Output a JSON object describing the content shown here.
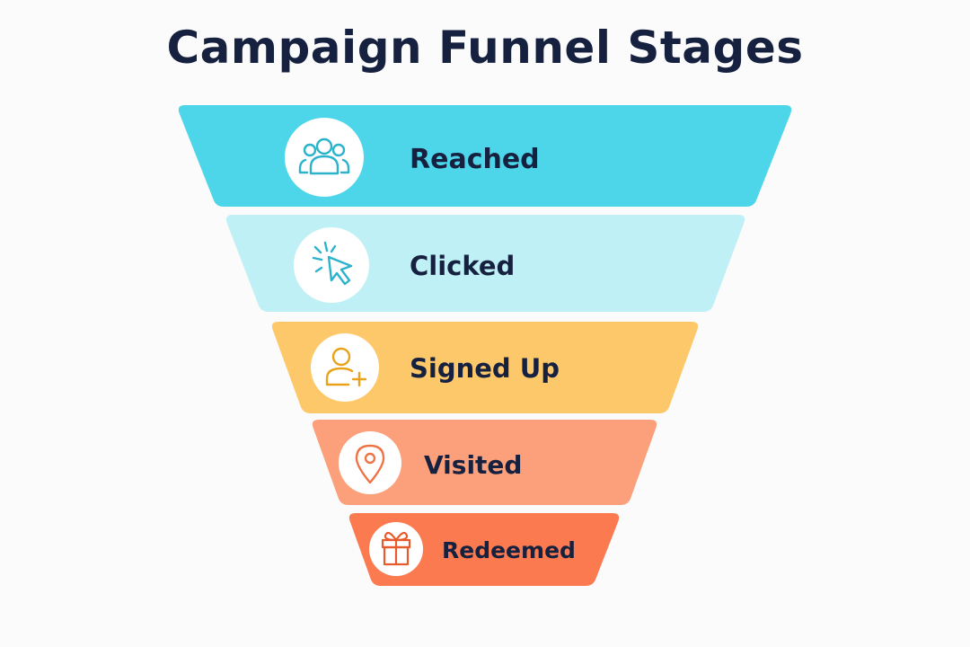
{
  "title": "Campaign Funnel Stages",
  "stages": [
    {
      "label": "Reached",
      "icon": "users-icon",
      "color": "#4dd6ea",
      "icon_color": "#2bb3cc"
    },
    {
      "label": "Clicked",
      "icon": "cursor-click-icon",
      "color": "#bff0f5",
      "icon_color": "#2bb3cc"
    },
    {
      "label": "Signed Up",
      "icon": "user-add-icon",
      "color": "#fdc86a",
      "icon_color": "#e9a21b"
    },
    {
      "label": "Visited",
      "icon": "map-pin-icon",
      "color": "#fba07a",
      "icon_color": "#ee7446"
    },
    {
      "label": "Redeemed",
      "icon": "gift-icon",
      "color": "#fb7a50",
      "icon_color": "#e85a2c"
    }
  ]
}
